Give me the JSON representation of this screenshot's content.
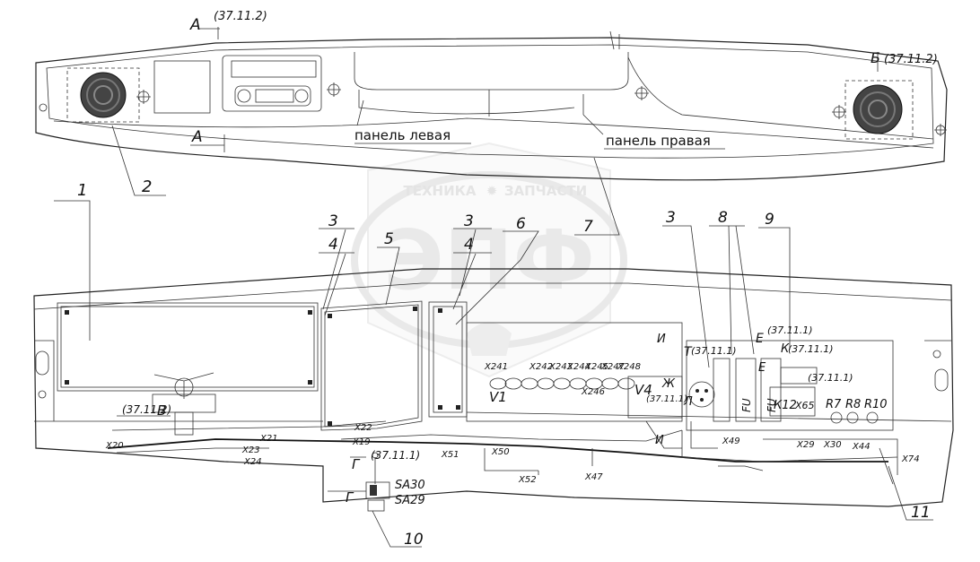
{
  "top_view": {
    "section_a": "А",
    "section_a_ref": "(37.11.2)",
    "section_b": "Б",
    "section_b_ref": "(37.11.2)",
    "label_panel_left": "панель левая",
    "label_panel_right": "панель правая"
  },
  "watermark": {
    "brand_left": "ТЕХНИКА",
    "brand_right": "ЗАПЧАСТИ",
    "logo": "ЭПФ"
  },
  "callouts": [
    "1",
    "2",
    "3",
    "4",
    "5",
    "3",
    "4",
    "6",
    "7",
    "3",
    "8",
    "9",
    "10",
    "11"
  ],
  "bottom_view": {
    "ref_v": "(37.11.2)",
    "letter_v": "В",
    "ref_g": "(37.11.1)",
    "letter_g": "Г",
    "letter_g2": "Г",
    "sa30": "SA30",
    "sa29": "SA29",
    "ref_t": "(37.11.1)",
    "letter_t": "Т",
    "letter_i": "И",
    "ref_e": "(37.11.1)",
    "letter_e": "Е",
    "letter_e2": "Е",
    "ref_k": "(37.11.1)",
    "letter_k": "К",
    "letter_zh": "Ж",
    "letter_l": "Л",
    "v1": "V1",
    "v4": "V4",
    "v4_ref": "(37.11.1)",
    "fu1": "FU",
    "fu2": "FU",
    "k12": "К12",
    "x65": "Х65",
    "ref_k2": "(37.11.1)",
    "r7": "R7",
    "r8": "R8",
    "r10": "R10",
    "connectors": {
      "x241": "Х241",
      "x242": "Х242",
      "x243": "Х243",
      "x244": "Х244",
      "x245": "Х245",
      "x247": "Х247",
      "x248": "Х248",
      "x246": "Х246",
      "x20": "Х20",
      "x21": "Х21",
      "x23": "Х23",
      "x24": "Х24",
      "x19": "Х19",
      "x51": "Х51",
      "x50": "Х50",
      "x52": "Х52",
      "x47": "Х47",
      "x49": "Х49",
      "x29": "Х29",
      "x30": "Х30",
      "x44": "Х44",
      "x74": "Х74",
      "x22": "Х22"
    }
  }
}
